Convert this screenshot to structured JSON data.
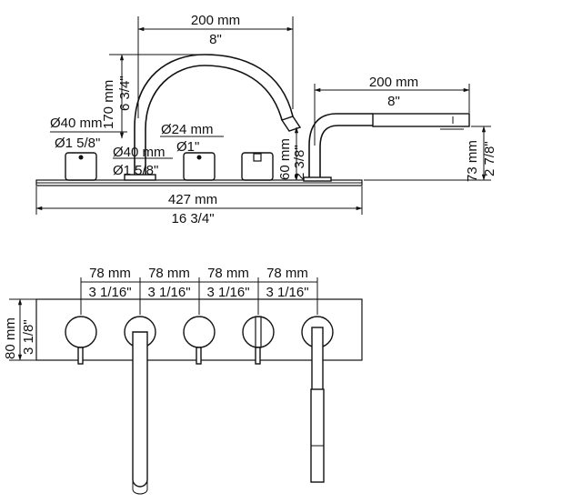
{
  "side_view": {
    "spout_width": {
      "mm": "200 mm",
      "inch": "8\""
    },
    "spout_height": {
      "mm": "170 mm",
      "inch": "6 3/4\""
    },
    "handle_diameter": {
      "mm": "Ø40 mm",
      "inch": "Ø1 5/8\""
    },
    "base_diameter": {
      "mm": "Ø40 mm",
      "inch": "Ø1 5/8\""
    },
    "spout_diameter": {
      "mm": "Ø24 mm",
      "inch": "Ø1\""
    },
    "outlet_height": {
      "mm": "60 mm",
      "inch": "2 3/8\""
    },
    "hand_shower_length": {
      "mm": "200 mm",
      "inch": "8\""
    },
    "hand_shower_height": {
      "mm": "73 mm",
      "inch": "2 7/8\""
    },
    "plate_length": {
      "mm": "427 mm",
      "inch": "16 3/4\""
    }
  },
  "top_view": {
    "spacings": [
      {
        "mm": "78 mm",
        "inch": "3 1/16\""
      },
      {
        "mm": "78 mm",
        "inch": "3 1/16\""
      },
      {
        "mm": "78 mm",
        "inch": "3 1/16\""
      },
      {
        "mm": "78 mm",
        "inch": "3 1/16\""
      }
    ],
    "plate_depth": {
      "mm": "80 mm",
      "inch": "3 1/8\""
    }
  }
}
